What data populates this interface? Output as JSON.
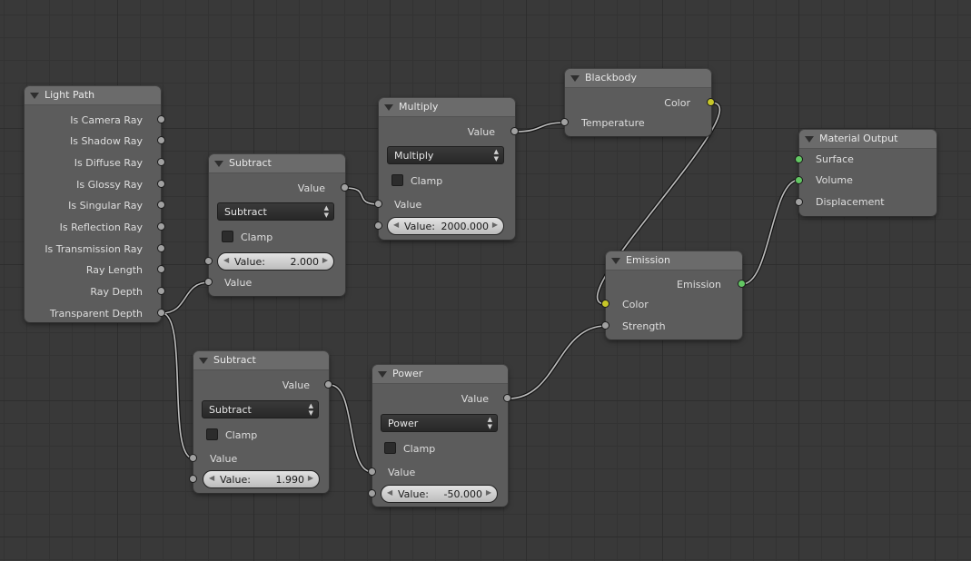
{
  "nodes": {
    "light_path": {
      "title": "Light Path",
      "outputs": [
        "Is Camera Ray",
        "Is Shadow Ray",
        "Is Diffuse Ray",
        "Is Glossy Ray",
        "Is Singular Ray",
        "Is Reflection Ray",
        "Is Transmission Ray",
        "Ray Length",
        "Ray Depth",
        "Transparent Depth"
      ]
    },
    "subtract_1": {
      "title": "Subtract",
      "output": "Value",
      "operation": "Subtract",
      "clamp_label": "Clamp",
      "value_label": "Value:",
      "value": "2.000",
      "input": "Value"
    },
    "subtract_2": {
      "title": "Subtract",
      "output": "Value",
      "operation": "Subtract",
      "clamp_label": "Clamp",
      "input": "Value",
      "value_label": "Value:",
      "value": "1.990"
    },
    "multiply": {
      "title": "Multiply",
      "output": "Value",
      "operation": "Multiply",
      "clamp_label": "Clamp",
      "input": "Value",
      "value_label": "Value:",
      "value": "2000.000"
    },
    "power": {
      "title": "Power",
      "output": "Value",
      "operation": "Power",
      "clamp_label": "Clamp",
      "input": "Value",
      "value_label": "Value:",
      "value": "-50.000"
    },
    "blackbody": {
      "title": "Blackbody",
      "output": "Color",
      "input": "Temperature"
    },
    "emission": {
      "title": "Emission",
      "output": "Emission",
      "inputs": [
        "Color",
        "Strength"
      ]
    },
    "material_output": {
      "title": "Material Output",
      "inputs": [
        "Surface",
        "Volume",
        "Displacement"
      ]
    }
  },
  "colors": {
    "background": "#393939",
    "node_body": "#5c5c5c",
    "node_header": "#6b6b6b",
    "socket_value": "#a1a1a1",
    "socket_color": "#c7c729",
    "socket_shader": "#63c763",
    "wire": "#1a1a1a"
  }
}
